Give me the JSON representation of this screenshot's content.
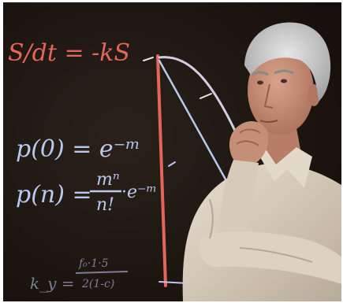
{
  "board": {
    "equation_ds_dt": "S/dt = -kS",
    "equation_p0": "p(0) = e⁻ᵐ",
    "equation_pn_left": "p(n) =",
    "equation_pn_frac_num": "mⁿ",
    "equation_pn_frac_den": "n!",
    "equation_pn_right": "·e⁻ᵐ",
    "formula_bottom_label": "k_y =",
    "formula_bottom_num": "f₀·1·5",
    "formula_bottom_den": "2(1-c)"
  },
  "colors": {
    "board": "#1e1712",
    "chalk_red": "#e4665a",
    "chalk_blue": "#b9c9ee",
    "chalk_white": "#e8e2da",
    "hair": "#cfcfcf",
    "skin": "#c58e77",
    "shirt": "#d8cdbd"
  }
}
